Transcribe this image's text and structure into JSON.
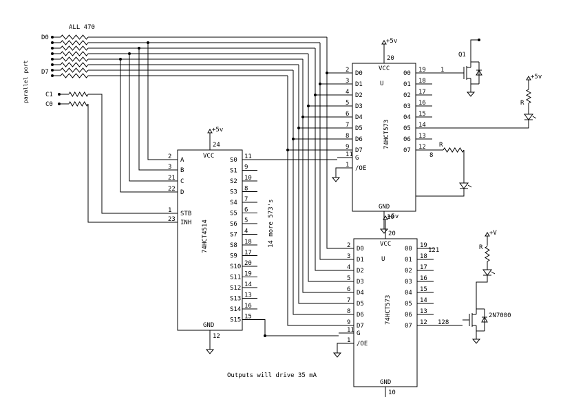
{
  "title": "",
  "labels": {
    "resistor_note": "ALL 470",
    "port": "parallel port",
    "d0": "D0",
    "d7": "D7",
    "c1": "C1",
    "c0": "C0",
    "footer": "Outputs will drive 35 mA",
    "more": "14 more 573's",
    "plus5": "+5v",
    "plusv": "+V",
    "r": "R",
    "q1": "Q1",
    "q2": "2N7000",
    "n1": "1",
    "n8": "8",
    "n121": "121",
    "n128": "128"
  },
  "decoder": {
    "name": "74HCT4514",
    "vcc": "VCC",
    "vcc_pin": "24",
    "gnd": "GND",
    "gnd_pin": "12",
    "inputs": [
      {
        "pin": "2",
        "label": "A"
      },
      {
        "pin": "3",
        "label": "B"
      },
      {
        "pin": "21",
        "label": "C"
      },
      {
        "pin": "22",
        "label": "D"
      },
      {
        "pin": "1",
        "label": "STB"
      },
      {
        "pin": "23",
        "label": "INH"
      }
    ],
    "outputs": [
      {
        "label": "S0",
        "pin": "11"
      },
      {
        "label": "S1",
        "pin": "9"
      },
      {
        "label": "S2",
        "pin": "10"
      },
      {
        "label": "S3",
        "pin": "8"
      },
      {
        "label": "S4",
        "pin": "7"
      },
      {
        "label": "S5",
        "pin": "6"
      },
      {
        "label": "S6",
        "pin": "5"
      },
      {
        "label": "S7",
        "pin": "4"
      },
      {
        "label": "S8",
        "pin": "18"
      },
      {
        "label": "S9",
        "pin": "17"
      },
      {
        "label": "S10",
        "pin": "20"
      },
      {
        "label": "S11",
        "pin": "19"
      },
      {
        "label": "S12",
        "pin": "14"
      },
      {
        "label": "S13",
        "pin": "13"
      },
      {
        "label": "S14",
        "pin": "16"
      },
      {
        "label": "S15",
        "pin": "15"
      }
    ]
  },
  "latch": {
    "name": "74HCT573",
    "vcc": "VCC",
    "vcc_pin": "20",
    "gnd": "GND",
    "gnd_pin": "10",
    "u": "U",
    "inputs": [
      {
        "pin": "2",
        "label": "D0"
      },
      {
        "pin": "3",
        "label": "D1"
      },
      {
        "pin": "4",
        "label": "D2"
      },
      {
        "pin": "5",
        "label": "D3"
      },
      {
        "pin": "6",
        "label": "D4"
      },
      {
        "pin": "7",
        "label": "D5"
      },
      {
        "pin": "8",
        "label": "D6"
      },
      {
        "pin": "9",
        "label": "D7"
      },
      {
        "pin": "11",
        "label": "G"
      },
      {
        "pin": "1",
        "label": "/OE"
      }
    ],
    "outputs": [
      {
        "label": "00",
        "pin": "19"
      },
      {
        "label": "01",
        "pin": "18"
      },
      {
        "label": "02",
        "pin": "17"
      },
      {
        "label": "03",
        "pin": "16"
      },
      {
        "label": "04",
        "pin": "15"
      },
      {
        "label": "05",
        "pin": "14"
      },
      {
        "label": "06",
        "pin": "13"
      },
      {
        "label": "07",
        "pin": "12"
      }
    ]
  }
}
